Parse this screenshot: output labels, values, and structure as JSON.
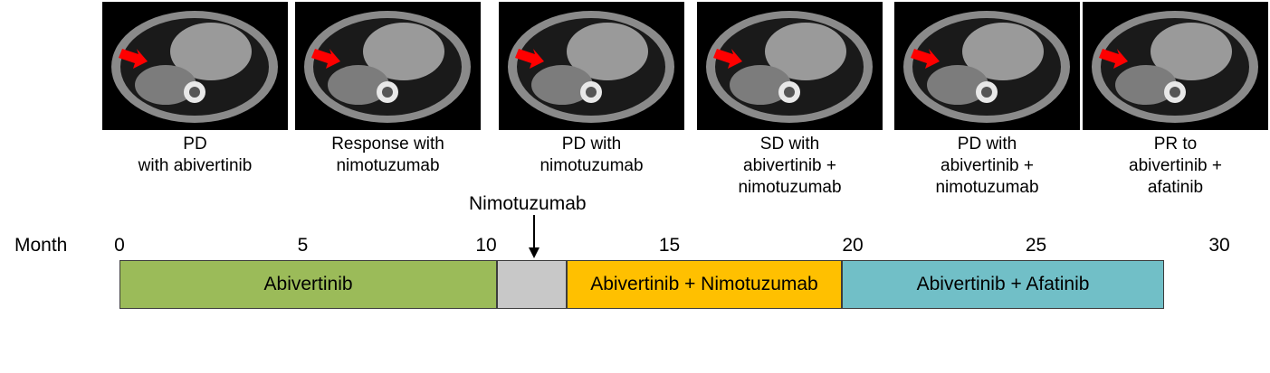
{
  "scans": [
    {
      "caption": [
        "PD",
        "with abivertinib"
      ],
      "icon": "ct-scan-image"
    },
    {
      "caption": [
        "Response with",
        "nimotuzumab"
      ],
      "icon": "ct-scan-image"
    },
    {
      "caption": [
        "PD with",
        "nimotuzumab"
      ],
      "icon": "ct-scan-image"
    },
    {
      "caption": [
        "SD with",
        "abivertinib +",
        "nimotuzumab"
      ],
      "icon": "ct-scan-image"
    },
    {
      "caption": [
        "PD with",
        "abivertinib +",
        "nimotuzumab"
      ],
      "icon": "ct-scan-image"
    },
    {
      "caption": [
        "PR to",
        "abivertinib +",
        "afatinib"
      ],
      "icon": "ct-scan-image"
    }
  ],
  "timeline": {
    "axis_label": "Month",
    "ticks": [
      "0",
      "5",
      "10",
      "15",
      "20",
      "25",
      "30"
    ],
    "segments": [
      {
        "label": "Abivertinib",
        "start": 0,
        "end": 10.3,
        "color": "#9bbb59"
      },
      {
        "label": "",
        "start": 10.3,
        "end": 12.2,
        "color": "#c8c8c8"
      },
      {
        "label": "Abivertinib + Nimotuzumab",
        "start": 12.2,
        "end": 19.7,
        "color": "#ffc000"
      },
      {
        "label": "Abivertinib + Afatinib",
        "start": 19.7,
        "end": 28.5,
        "color": "#71bfc7"
      }
    ],
    "annotation": {
      "label": "Nimotuzumab",
      "month": 10.7
    }
  },
  "colors": {
    "arrow": "#ff0000"
  }
}
